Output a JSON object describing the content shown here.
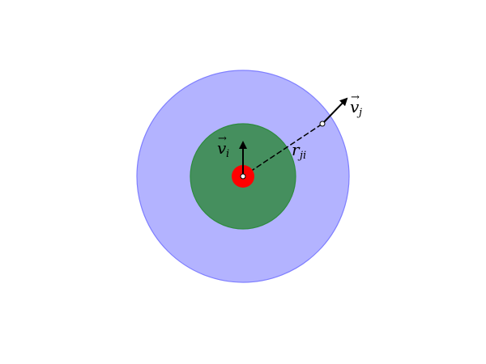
{
  "colors": {
    "background": "#ffffff",
    "outer_zone_fill": "#b3b3ff",
    "outer_zone_stroke": "#7f7fff",
    "inner_zone_fill": "#458f5e",
    "inner_zone_stroke": "#2e8b3e",
    "agent_fill": "#ff0000",
    "arrow": "#000000",
    "dashed_line": "#000000",
    "marker_fill": "#ffffff"
  },
  "labels": {
    "velocity_i": {
      "base": "v",
      "accent": "→",
      "subscript": "i"
    },
    "velocity_j": {
      "base": "v",
      "accent": "→",
      "subscript": "j"
    },
    "distance": {
      "base": "r",
      "subscript": "ji"
    }
  },
  "icons": {
    "arrowhead": "triangle-arrowhead-icon",
    "agent_marker": "circle-marker-icon"
  }
}
